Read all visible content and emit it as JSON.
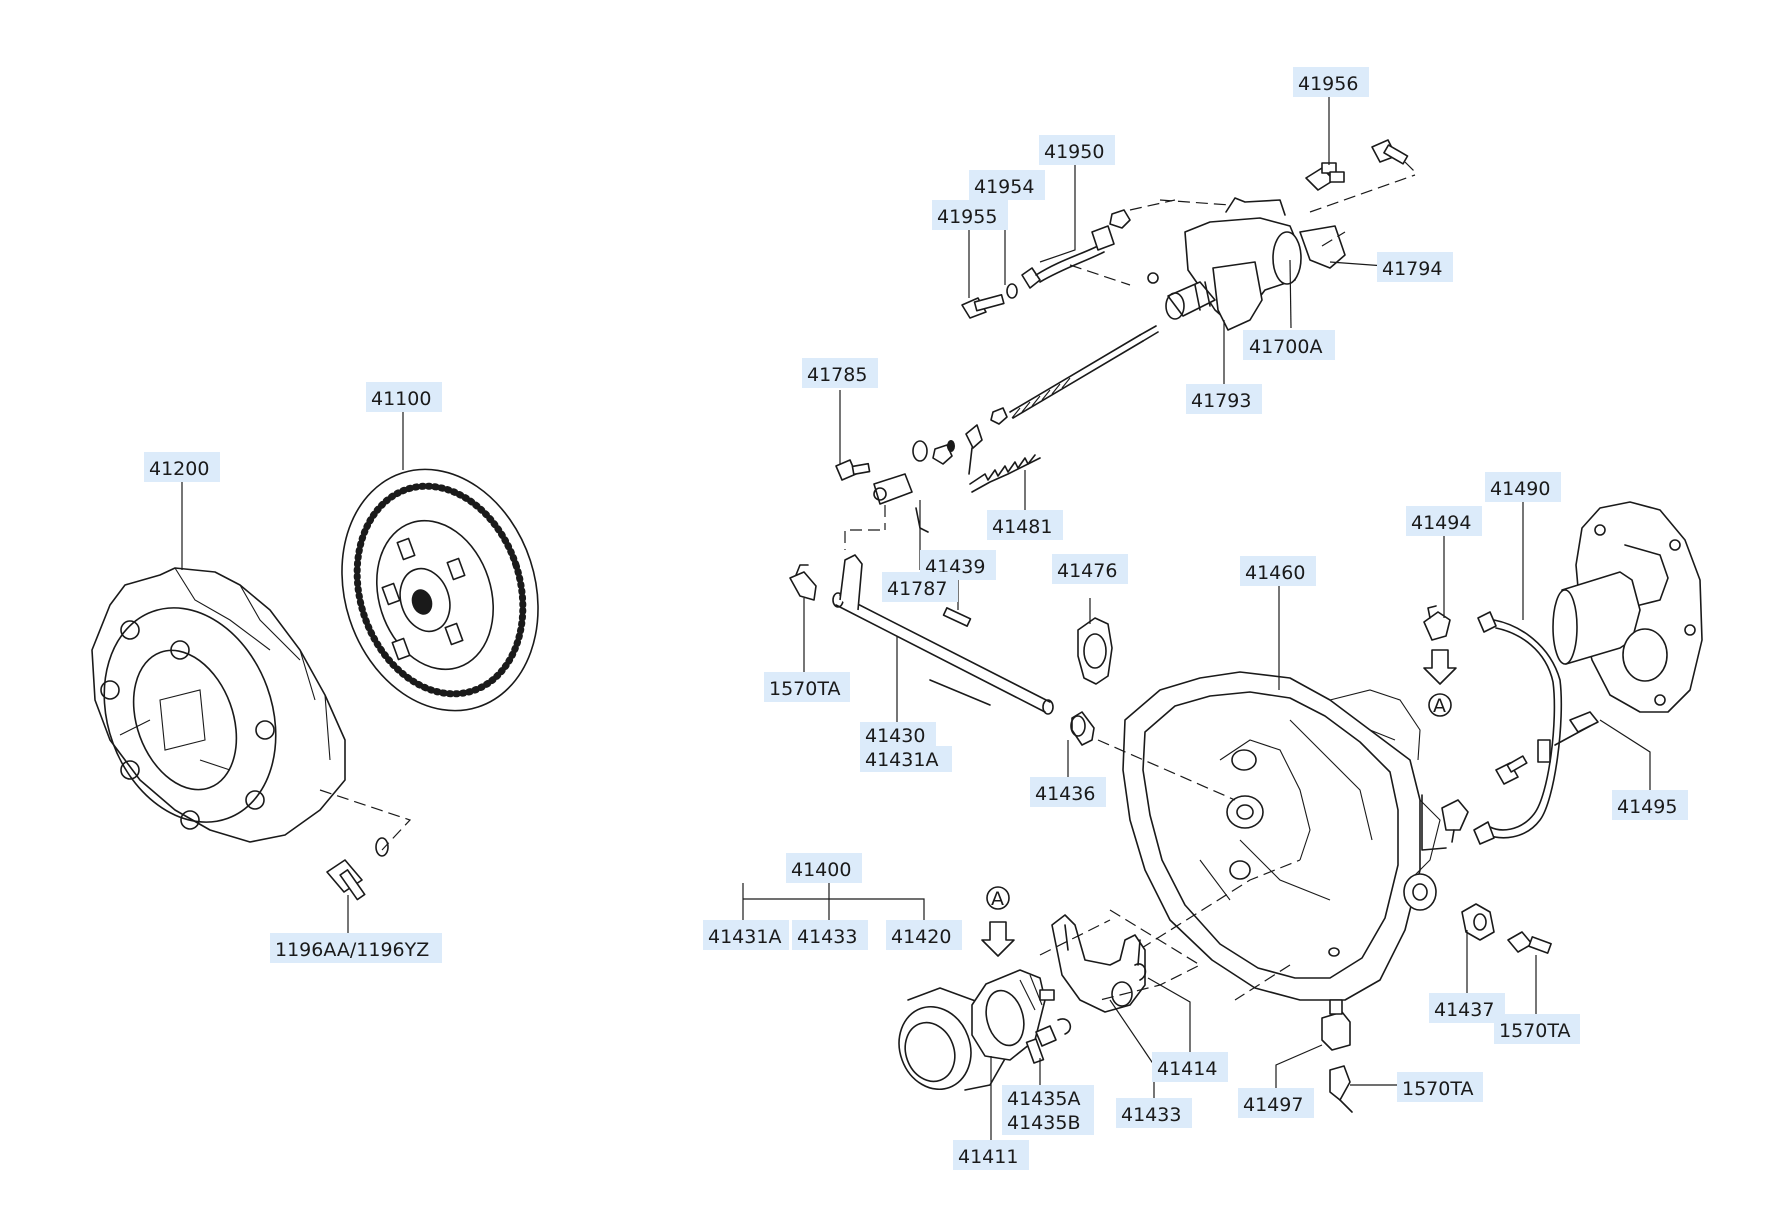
{
  "labels": {
    "l41956": "41956",
    "l41950": "41950",
    "l41954": "41954",
    "l41955": "41955",
    "l41794": "41794",
    "l41700A": "41700A",
    "l41793": "41793",
    "l41785": "41785",
    "l41100": "41100",
    "l41200": "41200",
    "l41481": "41481",
    "l41439": "41439",
    "l41787": "41787",
    "l41476": "41476",
    "l41460": "41460",
    "l41494": "41494",
    "l41490": "41490",
    "l1570TA_a": "1570TA",
    "l41430": "41430",
    "l41431A_a": "41431A",
    "l41436": "41436",
    "l41495": "41495",
    "l1196": "1196AA/1196YZ",
    "l41400": "41400",
    "l41431A_b": "41431A",
    "l41433_a": "41433",
    "l41420": "41420",
    "l41414": "41414",
    "l41437": "41437",
    "l1570TA_b": "1570TA",
    "l41435A": "41435A",
    "l41435B": "41435B",
    "l41433_b": "41433",
    "l41497": "41497",
    "l1570TA_c": "1570TA",
    "l41411": "41411",
    "viewA_1": "A",
    "viewA_2": "A"
  }
}
